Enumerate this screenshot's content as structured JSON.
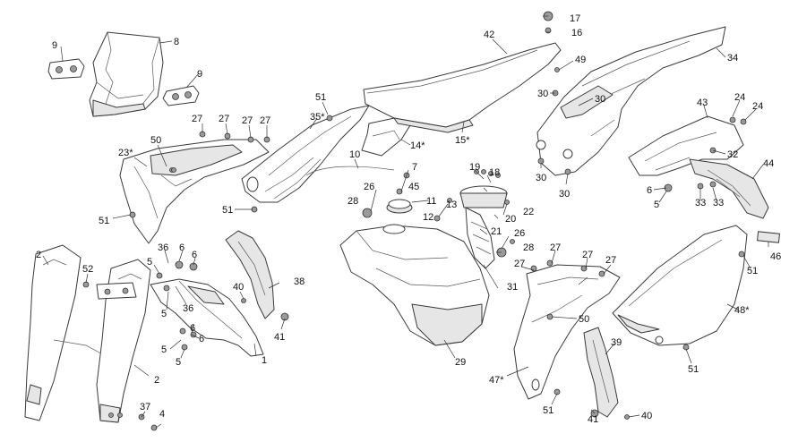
{
  "callouts": [
    {
      "id": "c1",
      "text": "1"
    },
    {
      "id": "c2a",
      "text": "2"
    },
    {
      "id": "c2b",
      "text": "2"
    },
    {
      "id": "c4",
      "text": "4"
    },
    {
      "id": "c5a",
      "text": "5"
    },
    {
      "id": "c5b",
      "text": "5"
    },
    {
      "id": "c5c",
      "text": "5"
    },
    {
      "id": "c5d",
      "text": "5"
    },
    {
      "id": "c5e",
      "text": "5"
    },
    {
      "id": "c6a",
      "text": "6"
    },
    {
      "id": "c6b",
      "text": "6"
    },
    {
      "id": "c6c",
      "text": "6"
    },
    {
      "id": "c6d",
      "text": "6"
    },
    {
      "id": "c6e",
      "text": "6"
    },
    {
      "id": "c7",
      "text": "7"
    },
    {
      "id": "c8",
      "text": "8"
    },
    {
      "id": "c9a",
      "text": "9"
    },
    {
      "id": "c9b",
      "text": "9"
    },
    {
      "id": "c10",
      "text": "10"
    },
    {
      "id": "c11",
      "text": "11"
    },
    {
      "id": "c12",
      "text": "12"
    },
    {
      "id": "c13",
      "text": "13"
    },
    {
      "id": "c14",
      "text": "14*"
    },
    {
      "id": "c15",
      "text": "15*"
    },
    {
      "id": "c16",
      "text": "16"
    },
    {
      "id": "c17",
      "text": "17"
    },
    {
      "id": "c18",
      "text": "18"
    },
    {
      "id": "c19",
      "text": "19"
    },
    {
      "id": "c20",
      "text": "20"
    },
    {
      "id": "c21",
      "text": "21"
    },
    {
      "id": "c22",
      "text": "22"
    },
    {
      "id": "c23",
      "text": "23*"
    },
    {
      "id": "c24a",
      "text": "24"
    },
    {
      "id": "c24b",
      "text": "24"
    },
    {
      "id": "c26a",
      "text": "26"
    },
    {
      "id": "c26b",
      "text": "26"
    },
    {
      "id": "c27a",
      "text": "27"
    },
    {
      "id": "c27b",
      "text": "27"
    },
    {
      "id": "c27c",
      "text": "27"
    },
    {
      "id": "c27d",
      "text": "27"
    },
    {
      "id": "c27e",
      "text": "27"
    },
    {
      "id": "c27f",
      "text": "27"
    },
    {
      "id": "c27g",
      "text": "27"
    },
    {
      "id": "c27h",
      "text": "27"
    },
    {
      "id": "c28a",
      "text": "28"
    },
    {
      "id": "c28b",
      "text": "28"
    },
    {
      "id": "c29",
      "text": "29"
    },
    {
      "id": "c30a",
      "text": "30"
    },
    {
      "id": "c30b",
      "text": "30"
    },
    {
      "id": "c30c",
      "text": "30"
    },
    {
      "id": "c30d",
      "text": "30"
    },
    {
      "id": "c31",
      "text": "31"
    },
    {
      "id": "c32",
      "text": "32"
    },
    {
      "id": "c33a",
      "text": "33"
    },
    {
      "id": "c33b",
      "text": "33"
    },
    {
      "id": "c34",
      "text": "34"
    },
    {
      "id": "c35",
      "text": "35*"
    },
    {
      "id": "c36a",
      "text": "36"
    },
    {
      "id": "c36b",
      "text": "36"
    },
    {
      "id": "c37",
      "text": "37"
    },
    {
      "id": "c38",
      "text": "38"
    },
    {
      "id": "c39",
      "text": "39"
    },
    {
      "id": "c40a",
      "text": "40"
    },
    {
      "id": "c40b",
      "text": "40"
    },
    {
      "id": "c41a",
      "text": "41"
    },
    {
      "id": "c41b",
      "text": "41"
    },
    {
      "id": "c42",
      "text": "42"
    },
    {
      "id": "c43",
      "text": "43"
    },
    {
      "id": "c44",
      "text": "44"
    },
    {
      "id": "c45",
      "text": "45"
    },
    {
      "id": "c46",
      "text": "46"
    },
    {
      "id": "c47",
      "text": "47*"
    },
    {
      "id": "c48",
      "text": "48*"
    },
    {
      "id": "c49",
      "text": "49"
    },
    {
      "id": "c50a",
      "text": "50"
    },
    {
      "id": "c50b",
      "text": "50"
    },
    {
      "id": "c51a",
      "text": "51"
    },
    {
      "id": "c51b",
      "text": "51"
    },
    {
      "id": "c51c",
      "text": "51"
    },
    {
      "id": "c51d",
      "text": "51"
    },
    {
      "id": "c51e",
      "text": "51"
    },
    {
      "id": "c51f",
      "text": "51"
    },
    {
      "id": "c52",
      "text": "52"
    }
  ]
}
